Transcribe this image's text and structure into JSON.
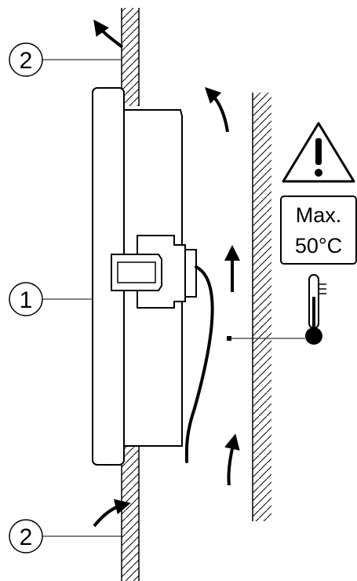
{
  "callouts": [
    {
      "id": "top",
      "number": "2"
    },
    {
      "id": "middle",
      "number": "1"
    },
    {
      "id": "bottom",
      "number": "2"
    }
  ],
  "temperature_limit": {
    "line1": "Max.",
    "line2": "50°C"
  },
  "icons": {
    "warning": "warning-triangle-icon",
    "thermometer": "thermometer-icon"
  },
  "colors": {
    "stroke": "#000000",
    "background": "#ffffff"
  }
}
